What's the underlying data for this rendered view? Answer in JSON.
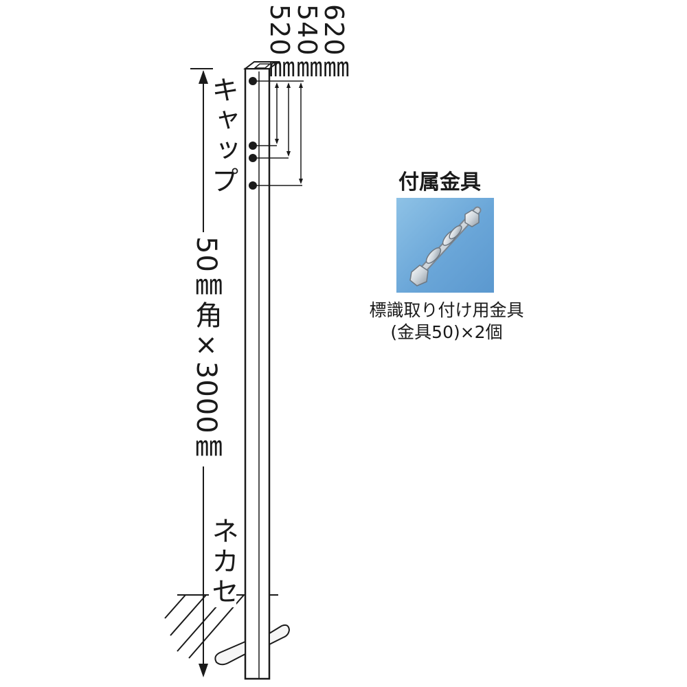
{
  "diagram": {
    "dimensions": {
      "d1": "520㎜",
      "d2": "540㎜",
      "d3": "620㎜"
    },
    "labels": {
      "cap": "キャップ",
      "post_size": "50㎜角×3000㎜",
      "anchor": "ネカセ"
    }
  },
  "accessory": {
    "title": "付属金具",
    "caption_line1": "標識取り付け用金具",
    "caption_line2": "(金具50)×2個"
  },
  "colors": {
    "line": "#1a1a1a",
    "photo_background": "#6aa6d8"
  }
}
